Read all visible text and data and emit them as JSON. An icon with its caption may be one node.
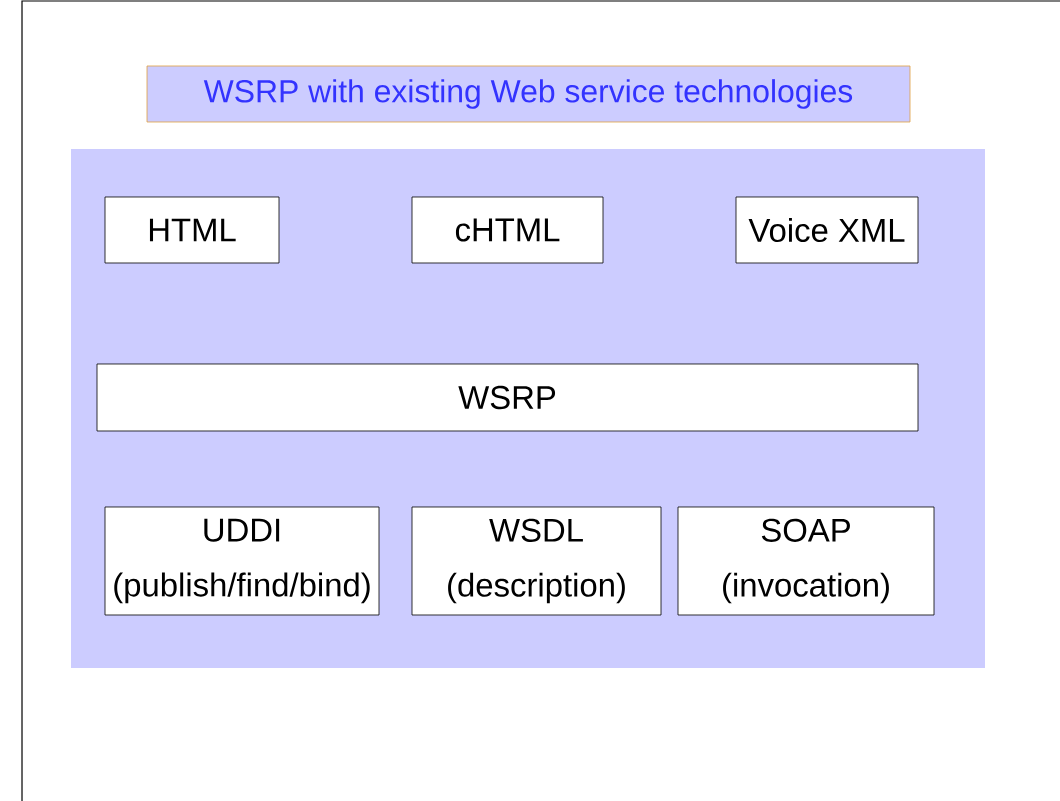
{
  "diagram": {
    "title": "WSRP with existing Web service technologies",
    "nodes": [
      {
        "text": [],
        "shape": "box"
      },
      {
        "text": [
          "HTML"
        ],
        "in": 0
      },
      {
        "text": [
          "cHTML"
        ],
        "in": 0
      },
      {
        "text": [
          "Voice XML"
        ],
        "in": 0
      },
      {
        "text": [
          "WSRP"
        ],
        "in": 0
      },
      {
        "text": [
          "UDDI",
          "(publish/find/bind)"
        ],
        "in": 0
      },
      {
        "text": [
          "WSDL",
          "(description)"
        ],
        "in": 0
      },
      {
        "text": [
          "SOAP",
          "(invocation)"
        ],
        "in": 0
      }
    ]
  }
}
